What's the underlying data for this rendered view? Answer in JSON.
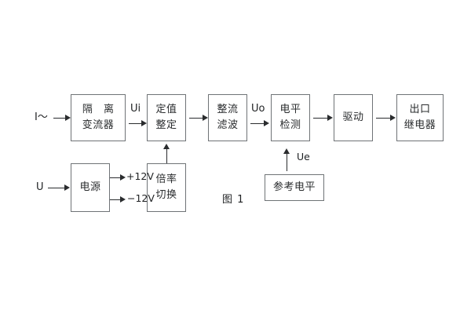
{
  "diagram": {
    "title": "图 1",
    "caption": "图 1",
    "colors": {
      "box_border": "#6f7376",
      "line": "#2a2c2e",
      "text": "#2a2c2e",
      "background": "#ffffff"
    },
    "blocks": [
      {
        "id": "isolation-transformer",
        "line1": "隔 离",
        "line2": "变流器"
      },
      {
        "id": "setting-adjust",
        "line1": "定值",
        "line2": "整定"
      },
      {
        "id": "rectify-filter",
        "line1": "整流",
        "line2": "滤波"
      },
      {
        "id": "level-detect",
        "line1": "电平",
        "line2": "检测"
      },
      {
        "id": "drive",
        "line1": "驱动",
        "line2": ""
      },
      {
        "id": "output-relay",
        "line1": "出口",
        "line2": "继电器"
      },
      {
        "id": "power-supply",
        "line1": "电源",
        "line2": ""
      },
      {
        "id": "ratio-switch",
        "line1": "倍率",
        "line2": "切换"
      },
      {
        "id": "reference-level",
        "line1": "参考电平",
        "line2": ""
      }
    ],
    "signals": {
      "current_input": "I～",
      "voltage_input": "U",
      "ui": "Ui",
      "uo": "Uo",
      "ue": "Ue",
      "supply_positive": "+12V",
      "supply_negative": "−12V"
    }
  }
}
